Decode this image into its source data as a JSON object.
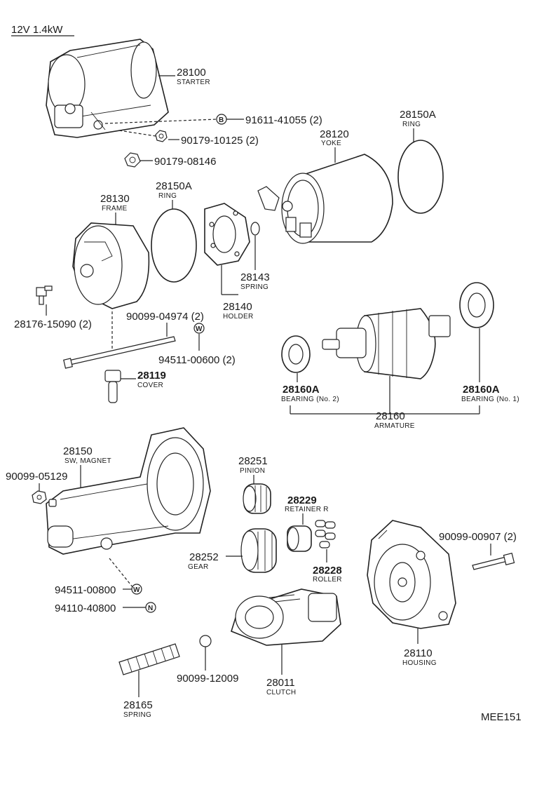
{
  "title": "12V 1.4kW",
  "code": "MEE151",
  "symbols": {
    "b": "B",
    "w": "W",
    "n": "N"
  },
  "parts": {
    "starter": {
      "no": "28100",
      "name": "STARTER"
    },
    "bolt_91611": {
      "no": "91611-41055 (2)"
    },
    "nut_10125": {
      "no": "90179-10125 (2)"
    },
    "nut_08146": {
      "no": "90179-08146"
    },
    "yoke": {
      "no": "28120",
      "name": "YOKE"
    },
    "ring_right": {
      "no": "28150A",
      "name": "RING"
    },
    "frame": {
      "no": "28130",
      "name": "FRAME"
    },
    "ring_left": {
      "no": "28150A",
      "name": "RING"
    },
    "spring_28143": {
      "no": "28143",
      "name": "SPRING"
    },
    "holder": {
      "no": "28140",
      "name": "HOLDER"
    },
    "screw_15090": {
      "no": "28176-15090 (2)"
    },
    "bolt_04974": {
      "no": "90099-04974 (2)"
    },
    "washer_00600": {
      "no": "94511-00600 (2)"
    },
    "cover": {
      "no": "28119",
      "name": "COVER"
    },
    "bearing_no2": {
      "no": "28160A",
      "name": "BEARING (No. 2)"
    },
    "bearing_no1": {
      "no": "28160A",
      "name": "BEARING (No. 1)"
    },
    "armature": {
      "no": "28160",
      "name": "ARMATURE"
    },
    "magnet_switch": {
      "no": "28150",
      "name": "SW, MAGNET"
    },
    "nut_05129": {
      "no": "90099-05129"
    },
    "pinion": {
      "no": "28251",
      "name": "PINION"
    },
    "retainer": {
      "no": "28229",
      "name": "RETAINER R"
    },
    "gear": {
      "no": "28252",
      "name": "GEAR"
    },
    "roller": {
      "no": "28228",
      "name": "ROLLER"
    },
    "bolt_00907": {
      "no": "90099-00907 (2)"
    },
    "washer_00800": {
      "no": "94511-00800"
    },
    "nut_40800": {
      "no": "94110-40800"
    },
    "housing": {
      "no": "28110",
      "name": "HOUSING"
    },
    "ball_12009": {
      "no": "90099-12009"
    },
    "clutch": {
      "no": "28011",
      "name": "CLUTCH"
    },
    "spring_28165": {
      "no": "28165",
      "name": "SPRING"
    }
  }
}
